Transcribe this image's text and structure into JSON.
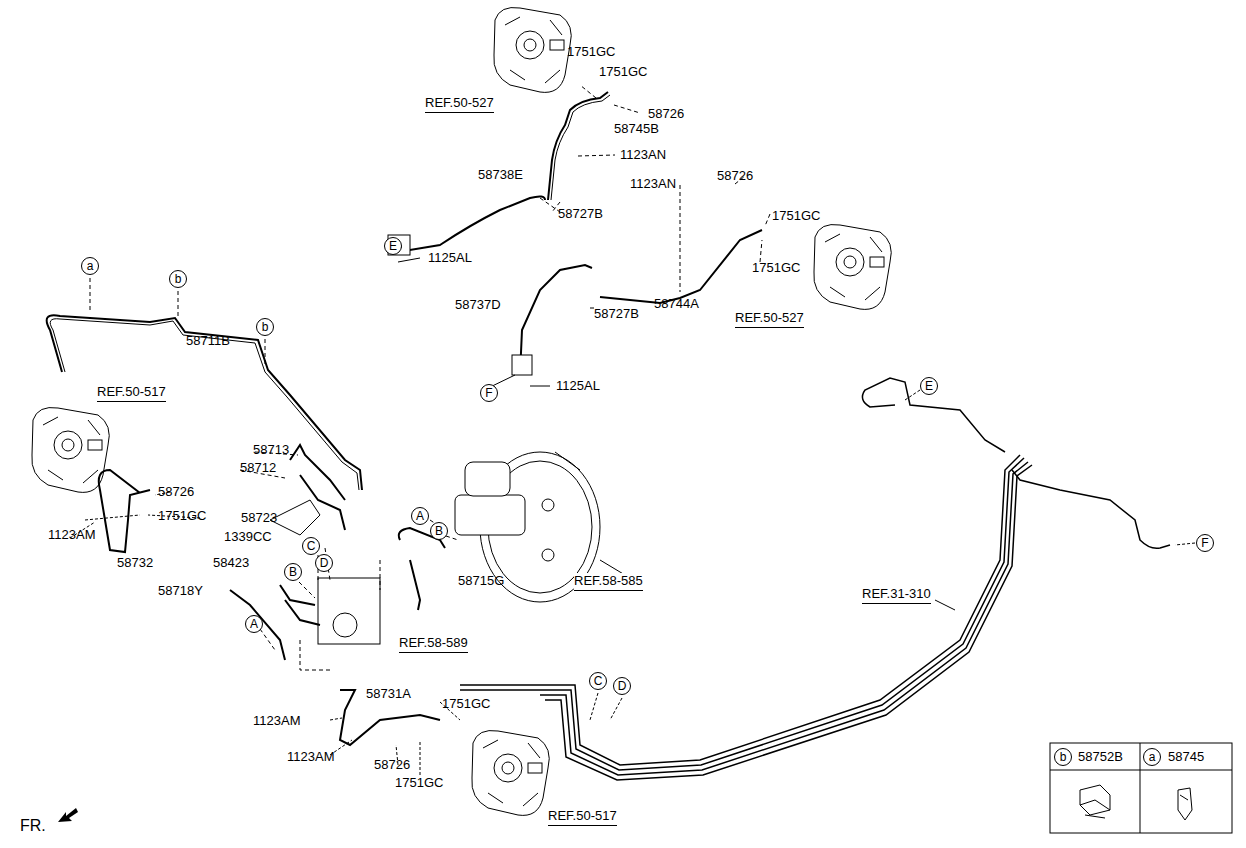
{
  "diagram": {
    "nodes": [
      {
        "text": [
          "E"
        ]
      },
      {
        "text": [
          "F"
        ]
      },
      {
        "text": [
          "a"
        ]
      },
      {
        "text": [
          "b"
        ]
      },
      {
        "text": [
          "b"
        ]
      },
      {
        "text": [
          "E"
        ]
      },
      {
        "text": [
          "A"
        ]
      },
      {
        "text": [
          "B"
        ]
      },
      {
        "text": [
          "C"
        ]
      },
      {
        "text": [
          "D"
        ]
      },
      {
        "text": [
          "B"
        ]
      },
      {
        "text": [
          "F"
        ]
      },
      {
        "text": [
          "A"
        ]
      },
      {
        "text": [
          "C"
        ]
      },
      {
        "text": [
          "D"
        ]
      },
      {
        "text": [
          "b"
        ]
      },
      {
        "text": [
          "a"
        ]
      }
    ],
    "labels": [
      "1751GC",
      "1751GC",
      "REF.50-527",
      "58726",
      "58745B",
      "1123AN",
      "58738E",
      "58727B",
      "1125AL",
      "58726",
      "1123AN",
      "1751GC",
      "1751GC",
      "58744A",
      "58737D",
      "58727B",
      "REF.50-527",
      "1125AL",
      "58711B",
      "REF.50-517",
      "58713",
      "58712",
      "58726",
      "1751GC",
      "58723",
      "1123AM",
      "1339CC",
      "58732",
      "58423",
      "58715G",
      "REF.58-585",
      "58718Y",
      "REF.58-589",
      "REF.31-310",
      "58731A",
      "1751GC",
      "1123AM",
      "1123AM",
      "58726",
      "1751GC",
      "REF.50-517",
      "FR.",
      "58752B",
      "58745"
    ]
  }
}
